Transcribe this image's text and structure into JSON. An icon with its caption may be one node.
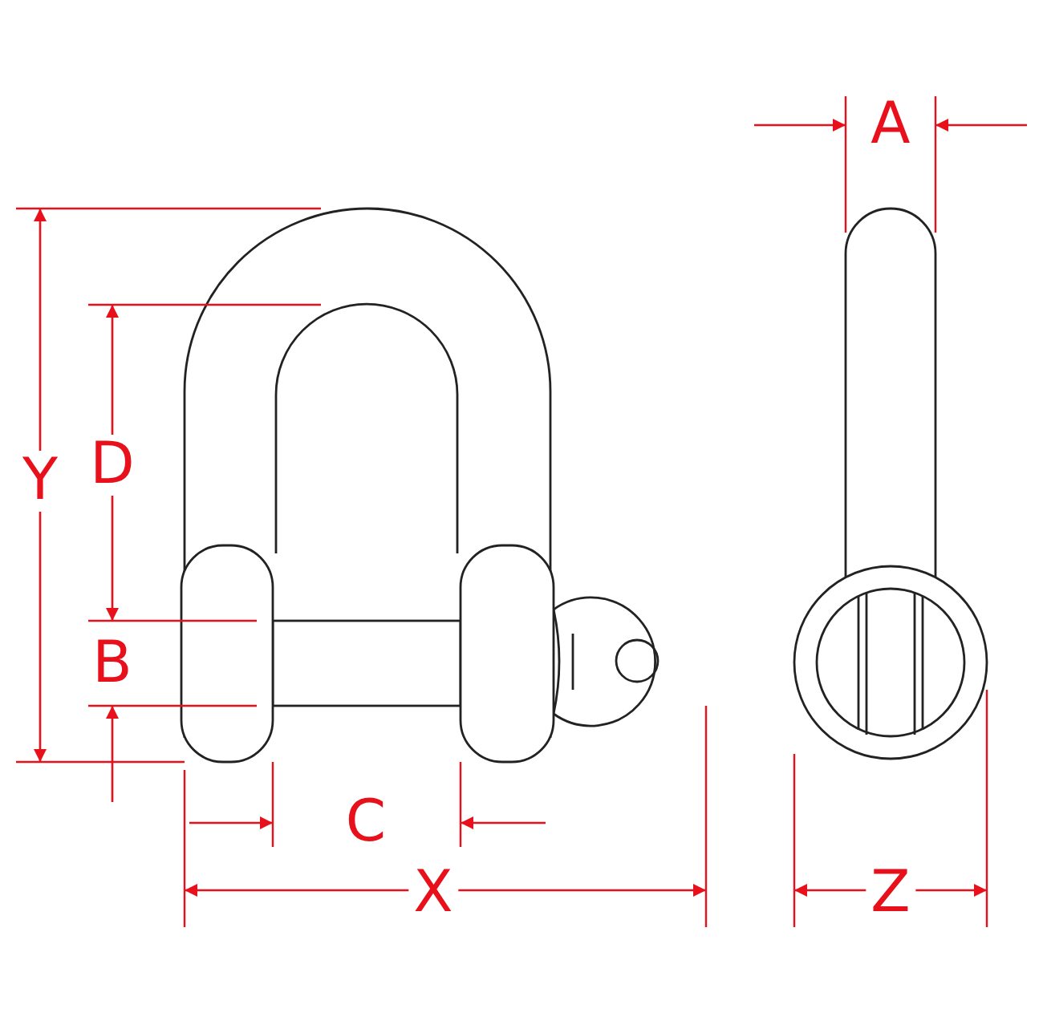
{
  "diagram": {
    "labels": [
      "A",
      "Y",
      "D",
      "B",
      "C",
      "X",
      "Z"
    ]
  }
}
